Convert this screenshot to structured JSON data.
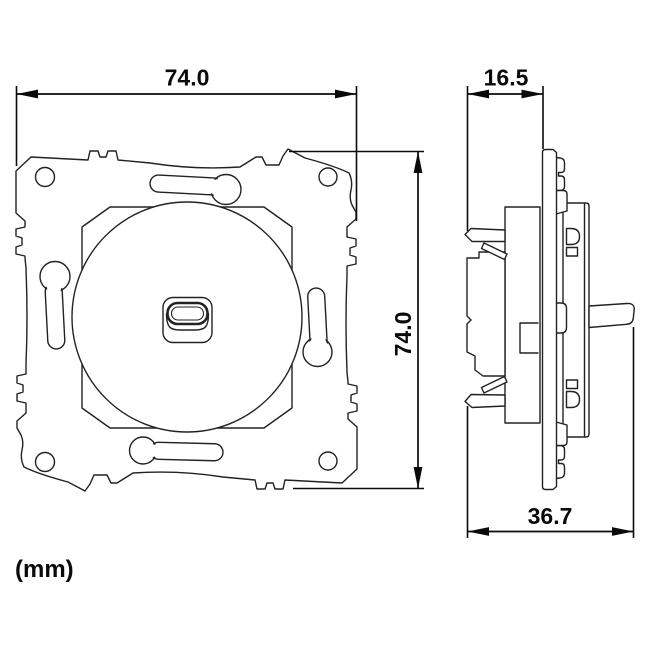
{
  "drawing": {
    "kind": "technical-dimension-drawing",
    "subject": "flush-mount rotary/push switch mechanism, front view and side profile view",
    "unit_label": "(mm)",
    "dims": {
      "front_width": "74.0",
      "front_height": "74.0",
      "recess_depth": "16.5",
      "total_depth": "36.7"
    },
    "colors": {
      "line": "#222222",
      "dim": "#0a0a0a",
      "bg": "#ffffff"
    }
  }
}
